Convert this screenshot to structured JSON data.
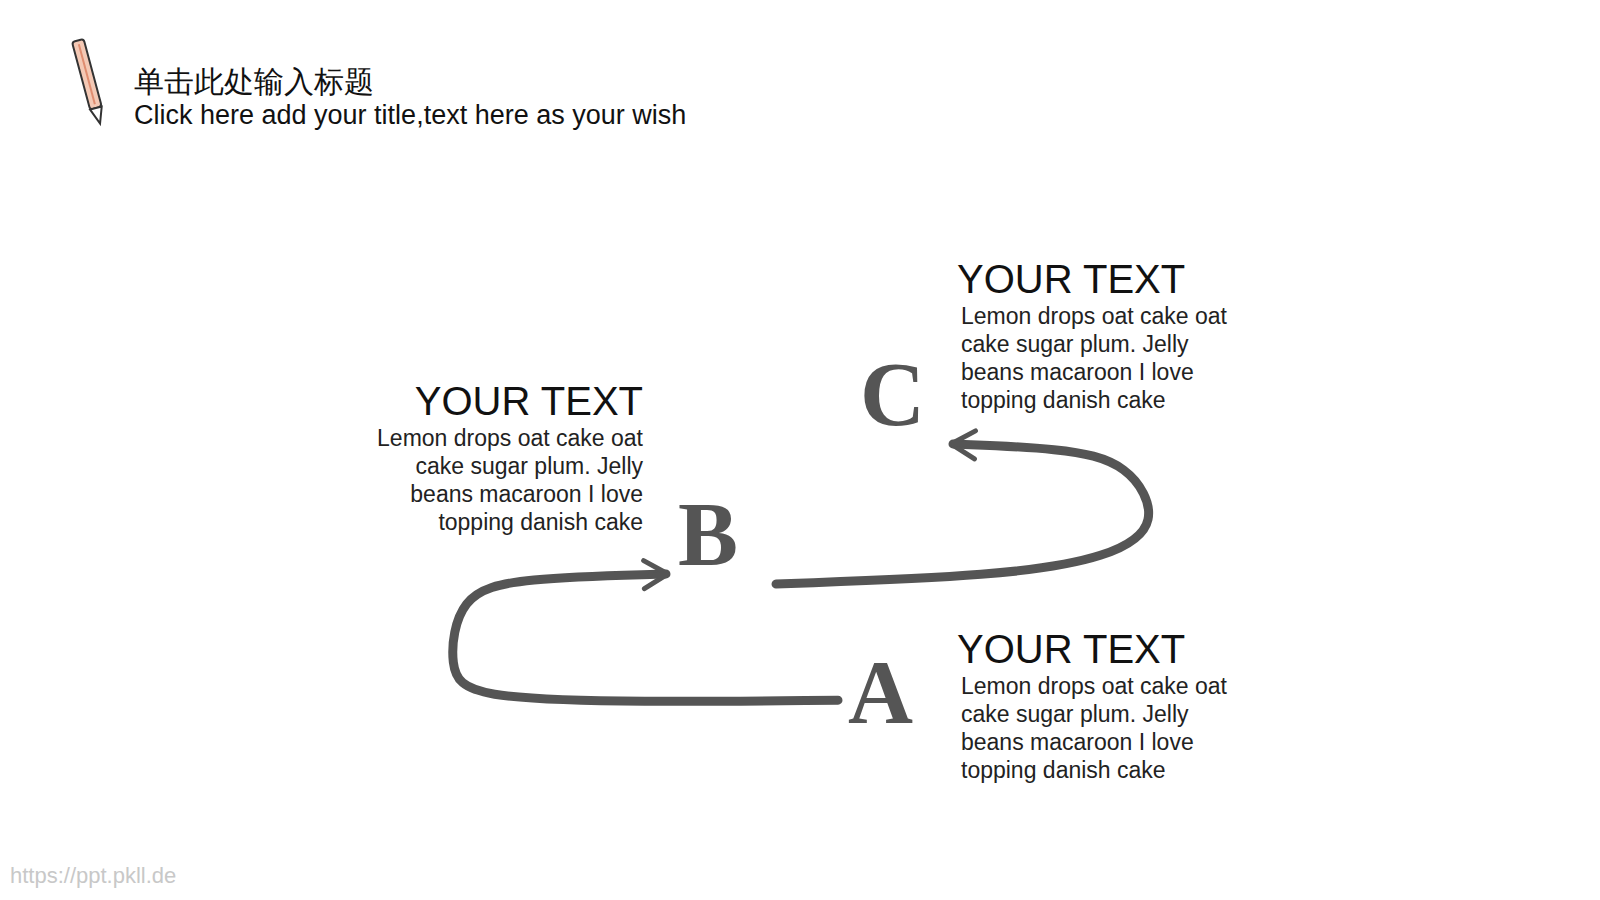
{
  "diagram": {
    "title": "单击此处输入标题",
    "nodes": [
      {
        "text": [
          "A",
          "YOUR TEXT",
          "Lemon drops oat cake oat cake sugar plum. Jelly beans macaroon I love topping danish cake"
        ]
      },
      {
        "text": [
          "B",
          "YOUR TEXT",
          "Lemon drops oat cake oat cake sugar plum. Jelly beans macaroon I love topping danish cake"
        ]
      },
      {
        "text": [
          "C",
          "YOUR TEXT",
          "Lemon drops oat cake oat cake sugar plum. Jelly beans macaroon I love topping danish cake"
        ]
      }
    ],
    "edges": [
      {
        "from": 0,
        "to": 1,
        "arrow": "to"
      },
      {
        "from": 1,
        "to": 2,
        "arrow": "to"
      }
    ],
    "labels": [
      "Click here add your title,text here as your wish",
      "https://ppt.pkll.de"
    ]
  }
}
